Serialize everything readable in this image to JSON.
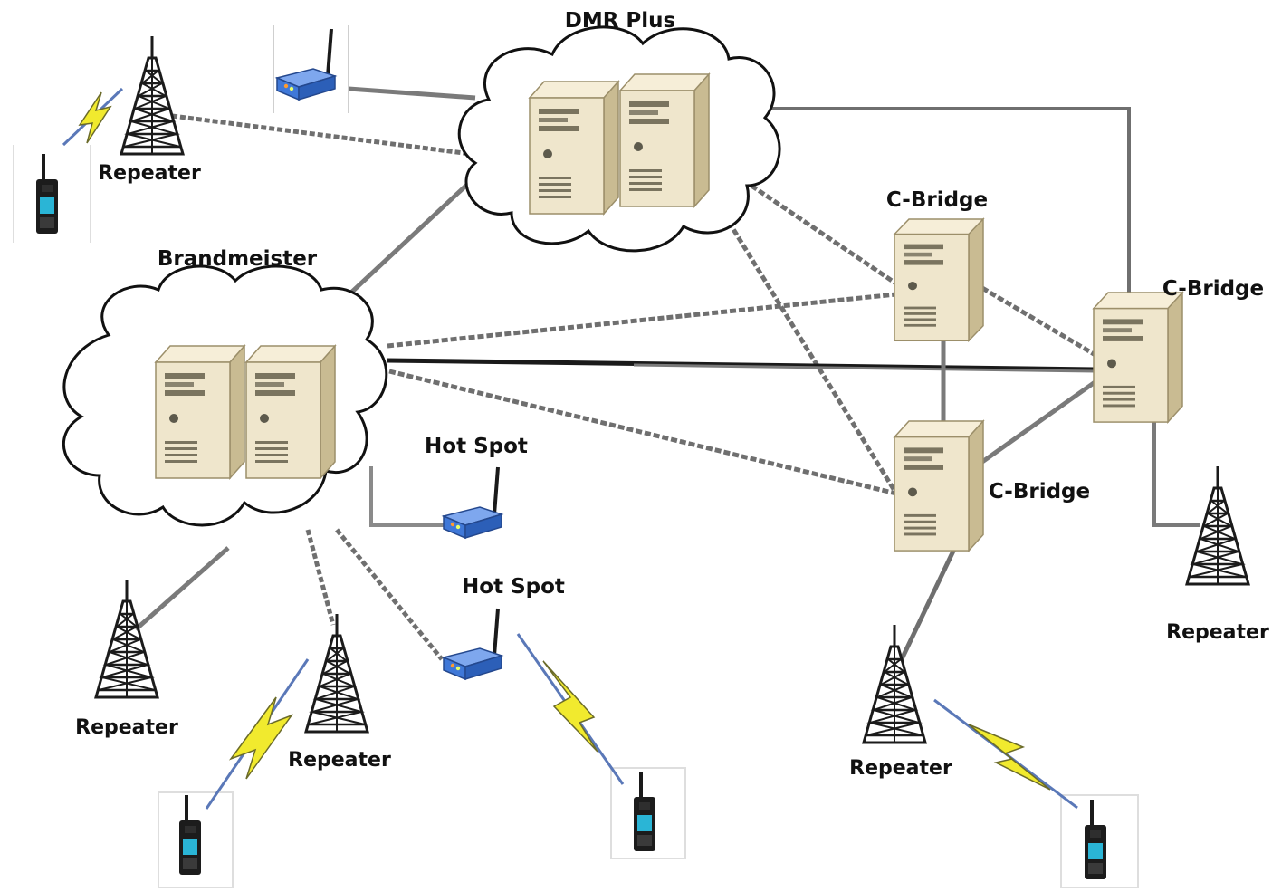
{
  "labels": {
    "dmr_plus": "DMR Plus",
    "brandmeister": "Brandmeister",
    "cbridge_top": "C-Bridge",
    "cbridge_right": "C-Bridge",
    "cbridge_bottom": "C-Bridge",
    "hotspot_1": "Hot Spot",
    "hotspot_2": "Hot Spot",
    "repeater_top_left": "Repeater",
    "repeater_bottom_left": "Repeater",
    "repeater_bottom_mid": "Repeater",
    "repeater_bottom_center": "Repeater",
    "repeater_right": "Repeater"
  },
  "colors": {
    "link": "#6f6f6f",
    "link_dark": "#1a1a1a",
    "server_body": "#efe6cc",
    "server_side": "#cbbd95",
    "hotspot_blue": "#3f78d8",
    "bolt_yellow": "#f1ea2e",
    "bolt_blue": "#4a6fb0",
    "tower": "#1b1b1b",
    "radio_screen": "#2ab5d6"
  },
  "icons": [
    "cloud-icon",
    "server-icon",
    "tower-icon",
    "hotspot-icon",
    "radio-icon",
    "lightning-icon"
  ]
}
